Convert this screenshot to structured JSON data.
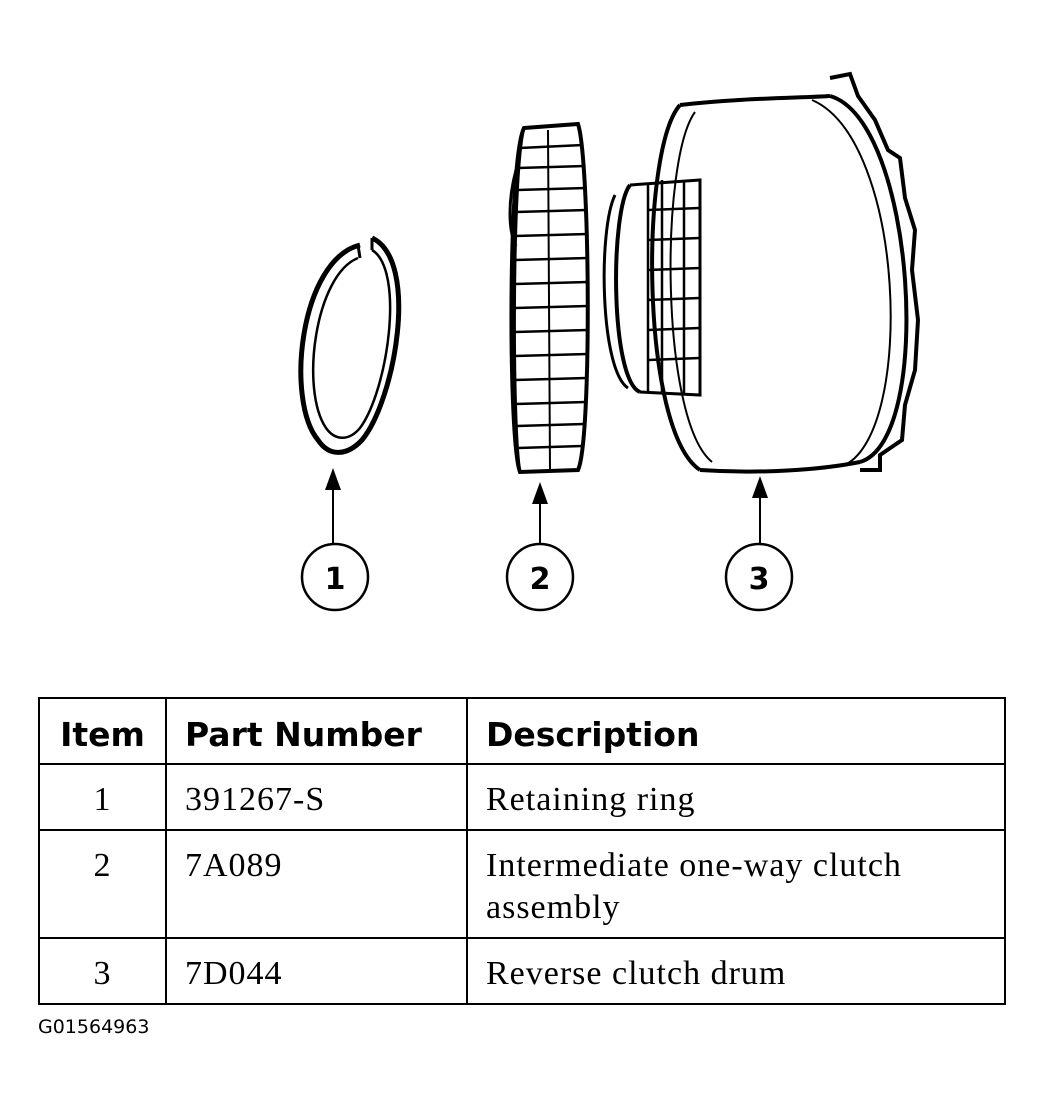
{
  "callouts": [
    "1",
    "2",
    "3"
  ],
  "table": {
    "headers": {
      "item": "Item",
      "part_number": "Part Number",
      "description": "Description"
    },
    "rows": [
      {
        "item": "1",
        "part_number": "391267-S",
        "description": "Retaining ring"
      },
      {
        "item": "2",
        "part_number": "7A089",
        "description": "Intermediate one-way clutch assembly"
      },
      {
        "item": "3",
        "part_number": "7D044",
        "description": "Reverse clutch drum"
      }
    ]
  },
  "figure_code": "G01564963"
}
